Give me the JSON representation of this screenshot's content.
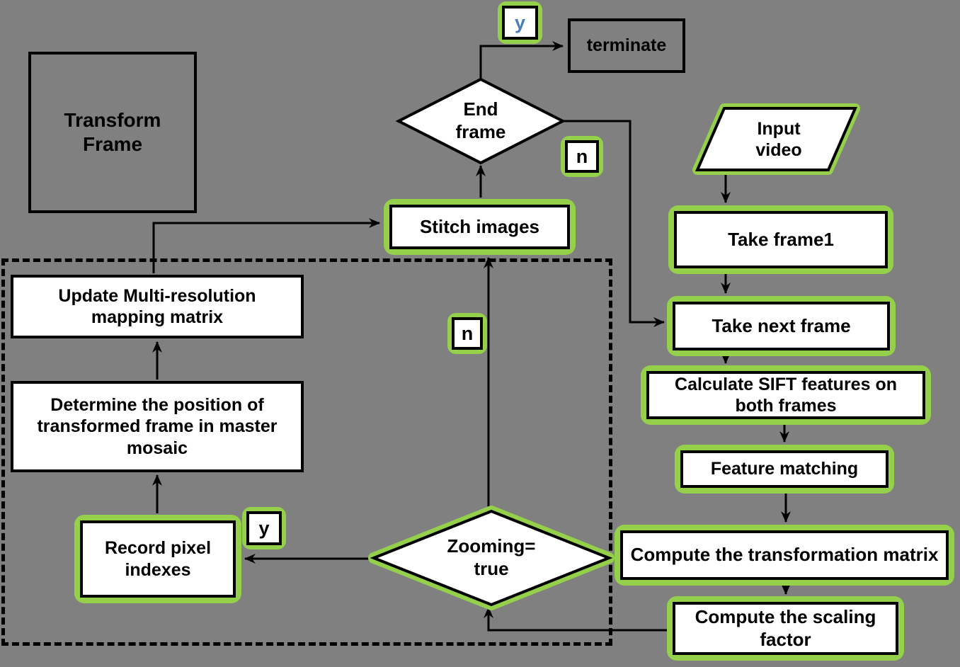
{
  "colors": {
    "background": "#808080",
    "highlight_green": "#94d04a",
    "box_fill": "#ffffff",
    "line_black": "#000000",
    "yes_top_blue": "#4a7ebb"
  },
  "nodes": {
    "transform_frame": {
      "lines": [
        "Transform",
        "Frame"
      ]
    },
    "terminate": {
      "label": "terminate"
    },
    "end_frame": {
      "lines": [
        "End",
        "frame"
      ]
    },
    "input_video": {
      "lines": [
        "Input",
        "video"
      ]
    },
    "take_frame1": {
      "label": "Take frame1"
    },
    "take_next_frame": {
      "label": "Take next frame"
    },
    "calculate_sift": {
      "lines": [
        "Calculate SIFT features on",
        "both frames"
      ]
    },
    "feature_matching": {
      "label": "Feature matching"
    },
    "compute_transformation": {
      "label": "Compute the transformation matrix"
    },
    "compute_scaling": {
      "lines": [
        "Compute the scaling",
        "factor"
      ]
    },
    "stitch_images": {
      "label": "Stitch images"
    },
    "update_mapping": {
      "lines": [
        "Update Multi-resolution",
        "mapping matrix"
      ]
    },
    "determine_position": {
      "lines": [
        "Determine the position of",
        "transformed frame in master",
        "mosaic"
      ]
    },
    "record_pixel": {
      "lines": [
        "Record pixel",
        "indexes"
      ]
    },
    "zooming": {
      "lines": [
        "Zooming=",
        "true"
      ]
    }
  },
  "branch_labels": {
    "end_frame_yes": "y",
    "end_frame_no": "n",
    "zooming_yes": "y",
    "zooming_no": "n"
  }
}
